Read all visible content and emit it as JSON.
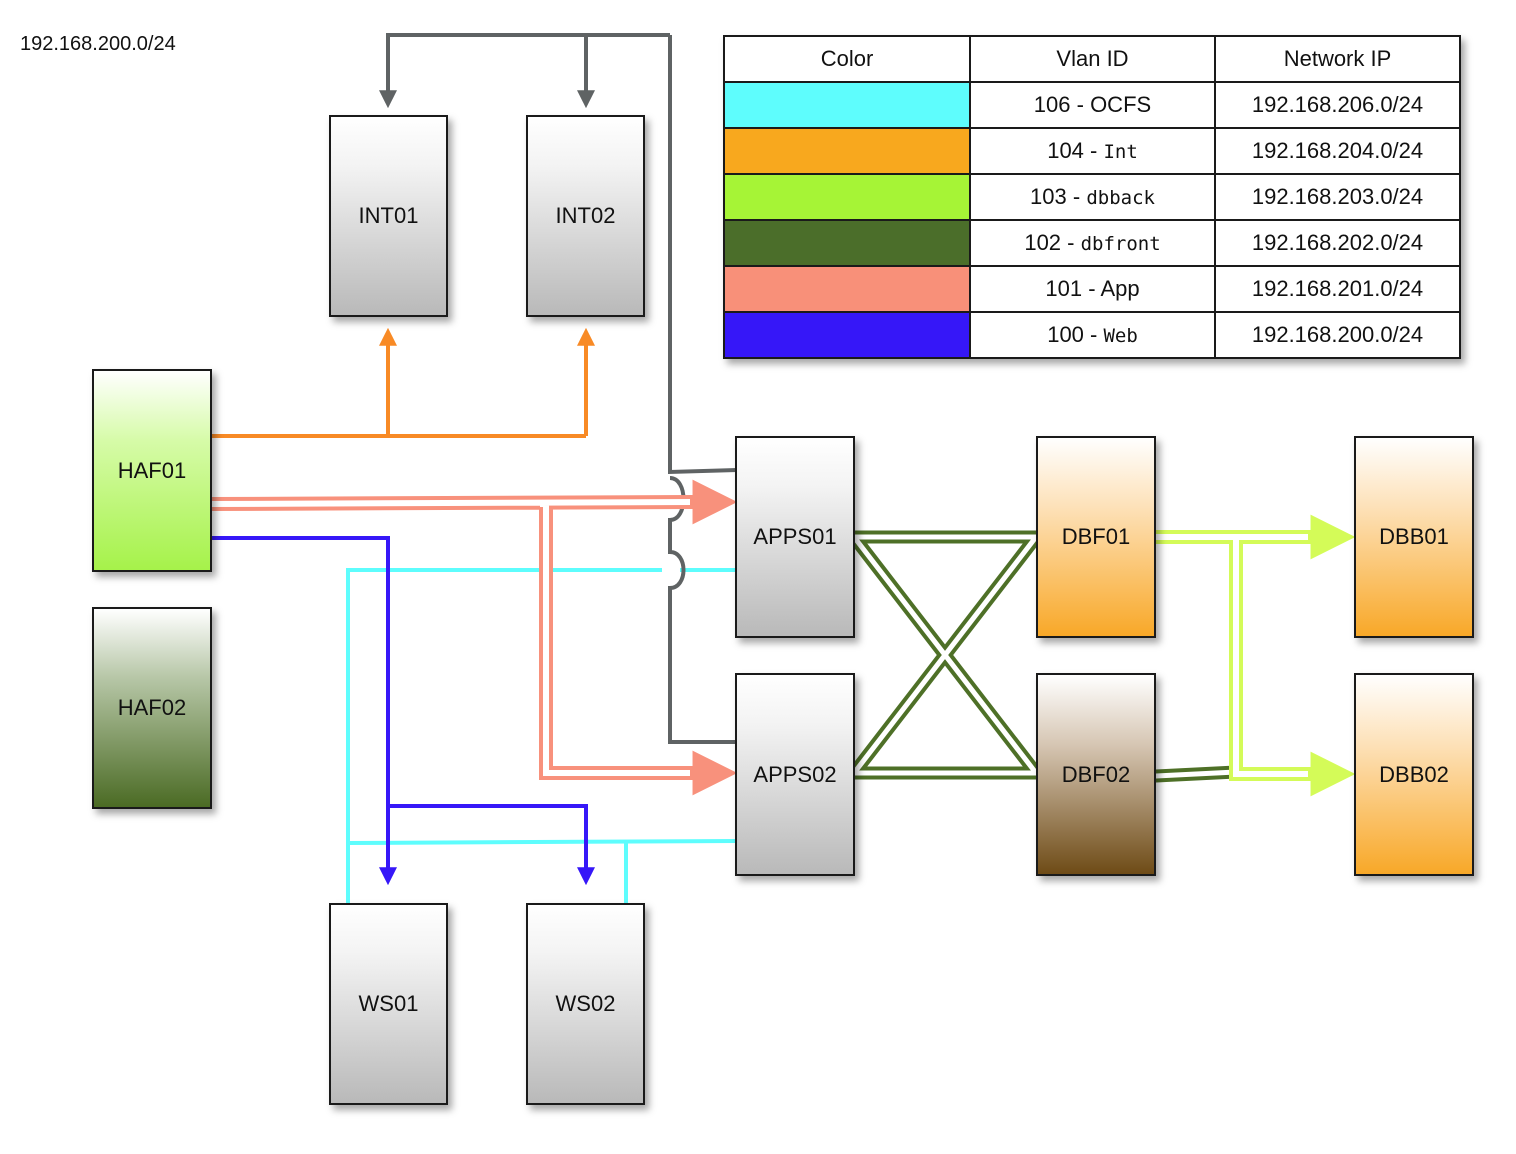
{
  "network_label": "192.168.200.0/24",
  "legend": {
    "headers": [
      "Color",
      "Vlan ID",
      "Network IP"
    ],
    "rows": [
      {
        "color": "#5efdfd",
        "vlan_num": "106 - ",
        "vlan_name": "OCFS",
        "mono": false,
        "network": "192.168.206.0/24"
      },
      {
        "color": "#f8a81e",
        "vlan_num": "104 - ",
        "vlan_name": "Int",
        "mono": true,
        "network": "192.168.204.0/24"
      },
      {
        "color": "#a6f436",
        "vlan_num": "103 - ",
        "vlan_name": "dbback",
        "mono": true,
        "network": "192.168.203.0/24"
      },
      {
        "color": "#4b6e2a",
        "vlan_num": "102 - ",
        "vlan_name": "dbfront",
        "mono": true,
        "network": "192.168.202.0/24"
      },
      {
        "color": "#f89079",
        "vlan_num": "101 - ",
        "vlan_name": "App",
        "mono": false,
        "network": "192.168.201.0/24"
      },
      {
        "color": "#3617f8",
        "vlan_num": "100 - ",
        "vlan_name": "Web",
        "mono": true,
        "network": "192.168.200.0/24"
      }
    ]
  },
  "nodes": {
    "int01": "INT01",
    "int02": "INT02",
    "haf01": "HAF01",
    "haf02": "HAF02",
    "apps01": "APPS01",
    "apps02": "APPS02",
    "dbf01": "DBF01",
    "dbf02": "DBF02",
    "dbb01": "DBB01",
    "dbb02": "DBB02",
    "ws01": "WS01",
    "ws02": "WS02"
  },
  "colors": {
    "ocfs": "#5efdfd",
    "int": "#f88a25",
    "dbback": "#d4fb58",
    "dbfront": "#4e7027",
    "app": "#f8917c",
    "web": "#3617f8",
    "mgmt": "#5f6364"
  }
}
